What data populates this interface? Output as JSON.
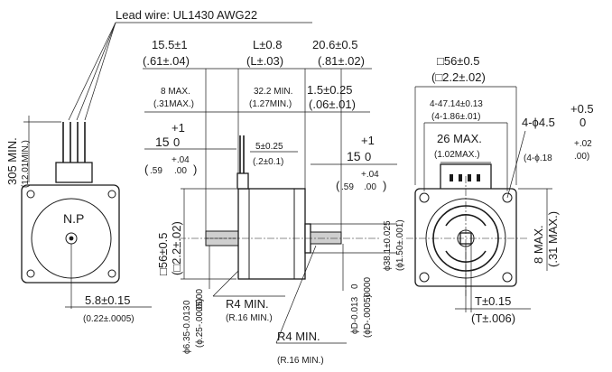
{
  "leadWire": "Lead wire: UL1430 AWG22",
  "leftView": {
    "np": "N.P",
    "len305": "305 MIN.",
    "len305in": "(12.01MIN.)",
    "off58": "5.8±0.15",
    "off58in": "(0.22±.0005)"
  },
  "sideView": {
    "d155": "15.5±1",
    "d155in": "(.61±.04)",
    "dL": "L±0.8",
    "dLin": "(L±.03)",
    "d206": "20.6±0.5",
    "d206in": "(.81±.02)",
    "d8": "8 MAX.",
    "d8in": "(.31MAX.)",
    "d322": "32.2 MIN.",
    "d322in": "(1.27MIN.)",
    "d15": "1.5±0.25",
    "d15in": "(.06±.01)",
    "d15a": "15",
    "tol1": "+1",
    "tol0": "0",
    "tolin1": "+.04",
    "tolin0": ".00",
    "d59": ".59",
    "d5": "5±0.25",
    "d5in": "(.2±0.1)",
    "sq56": "□56±0.5",
    "sq56in": "(□2.2±.02)",
    "phi381": "ϕ38.1±0.025",
    "phi381in": "(ϕ1.50±.001)",
    "phi635": "ϕ6.35-0.013",
    "phi635a": "0",
    "phi635in": "(ϕ.25-.0005)",
    "phi635in0": ".0000",
    "phiD": "ϕD-0.013",
    "phiDa": "0",
    "phiDin": "(ϕD-.0005)",
    "phiDin0": ".0000",
    "r4a": "R4 MIN.",
    "r4ain": "(R.16 MIN.)",
    "r4b": "R4 MIN.",
    "r4bin": "(R.16 MIN.)"
  },
  "rightView": {
    "sq56": "□56±0.5",
    "sq56in": "(□2.2±.02)",
    "pcd": "4-47.14±0.13",
    "pcdin": "(4-1.86±.01)",
    "d26": "26 MAX.",
    "d26in": "(1.02MAX.)",
    "hole": "4-ϕ4.5",
    "holeTolP": "+0.5",
    "holeTol0": "0",
    "holein": "(4-ϕ.18",
    "holeinP": "+.02",
    "holein0": ".00)",
    "d8": "8 MAX.",
    "d8in": "(.31 MAX.)",
    "dT": "T±0.15",
    "dTin": "(T±.006)"
  }
}
